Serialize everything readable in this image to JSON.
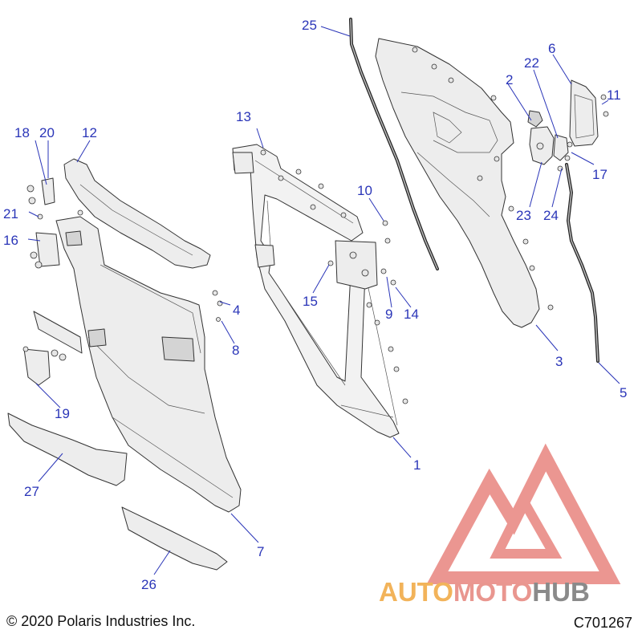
{
  "callouts": [
    {
      "id": "c1",
      "label": "1"
    },
    {
      "id": "c2",
      "label": "2"
    },
    {
      "id": "c3",
      "label": "3"
    },
    {
      "id": "c4",
      "label": "4"
    },
    {
      "id": "c5",
      "label": "5"
    },
    {
      "id": "c6",
      "label": "6"
    },
    {
      "id": "c7",
      "label": "7"
    },
    {
      "id": "c8",
      "label": "8"
    },
    {
      "id": "c9",
      "label": "9"
    },
    {
      "id": "c10",
      "label": "10"
    },
    {
      "id": "c11",
      "label": "11"
    },
    {
      "id": "c12",
      "label": "12"
    },
    {
      "id": "c13",
      "label": "13"
    },
    {
      "id": "c14",
      "label": "14"
    },
    {
      "id": "c15",
      "label": "15"
    },
    {
      "id": "c16",
      "label": "16"
    },
    {
      "id": "c17",
      "label": "17"
    },
    {
      "id": "c18",
      "label": "18"
    },
    {
      "id": "c19",
      "label": "19"
    },
    {
      "id": "c20",
      "label": "20"
    },
    {
      "id": "c21",
      "label": "21"
    },
    {
      "id": "c22",
      "label": "22"
    },
    {
      "id": "c23",
      "label": "23"
    },
    {
      "id": "c24",
      "label": "24"
    },
    {
      "id": "c25",
      "label": "25"
    },
    {
      "id": "c26",
      "label": "26"
    },
    {
      "id": "c27",
      "label": "27"
    }
  ],
  "footer": {
    "copyright": "© 2020 Polaris Industries Inc.",
    "drawing_id": "C701267"
  },
  "watermark": {
    "word_1": "AUTO",
    "word_2": "MOTO",
    "word_3": "HUB",
    "color_1": "#f2b35a",
    "color_2": "#e9968f",
    "color_3": "#8a8a8a",
    "triangle_color": "#e98b86"
  },
  "colors": {
    "callout_text": "#2a35b8",
    "line_art": "#333333"
  }
}
